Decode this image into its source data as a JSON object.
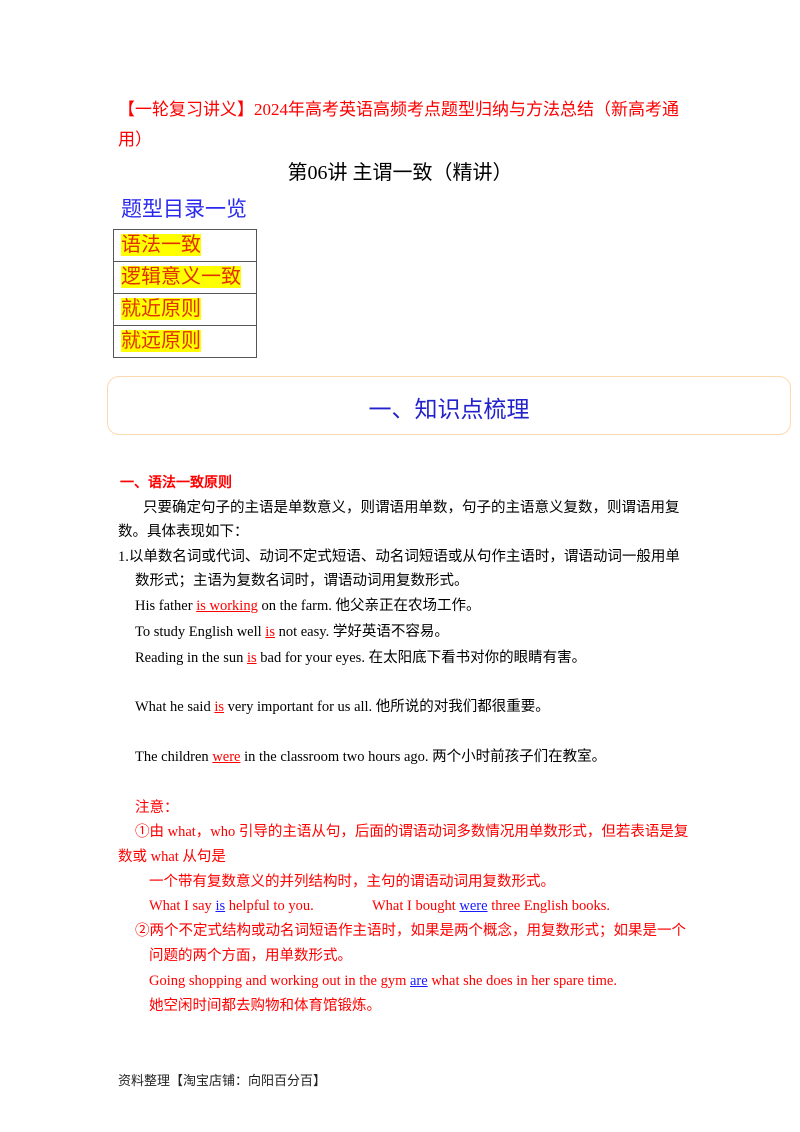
{
  "header": {
    "doc_title_line1": "【一轮复习讲义】2024年高考英语高频考点题型归纳与方法总结（新高考通",
    "doc_title_line2": "用）",
    "lecture_title": "第06讲  主谓一致（精讲）"
  },
  "toc": {
    "heading": "题型目录一览",
    "items": [
      {
        "label": "语法一致"
      },
      {
        "label": "逻辑意义一致"
      },
      {
        "label": "就近原则"
      },
      {
        "label": "就远原则"
      }
    ]
  },
  "section": {
    "title": "一、知识点梳理"
  },
  "subsection": {
    "title": "一、语法一致原则",
    "intro_line1": "只要确定句子的主语是单数意义，则谓语用单数，句子的主语意义复数，则谓语用复",
    "intro_line2": "数。具体表现如下：",
    "rule1_line1": "1.以单数名词或代词、动词不定式短语、动名词短语或从句作主语时，谓语动词一般用单",
    "rule1_line2": "数形式；主语为复数名词时，谓语动词用复数形式。",
    "examples": [
      {
        "before": "His father ",
        "verb": "is working",
        "after": " on the farm.  他父亲正在农场工作。"
      },
      {
        "before": "To study English well ",
        "verb": "is",
        "after": " not easy.  学好英语不容易。"
      },
      {
        "before": "Reading in the sun ",
        "verb": "is",
        "after": " bad for your eyes.  在太阳底下看书对你的眼睛有害。"
      },
      {
        "before": "What he said ",
        "verb": "is",
        "after": " very important for us all.  他所说的对我们都很重要。"
      },
      {
        "before": "The children ",
        "verb": "were",
        "after": " in the classroom two hours ago.  两个小时前孩子们在教室。"
      }
    ]
  },
  "notes": {
    "label": "注意：",
    "note1_line1": "①由 what，who 引导的主语从句，后面的谓语动词多数情况用单数形式，但若表语是复",
    "note1_line2": "数或 what 从句是",
    "note1_line3": "一个带有复数意义的并列结构时，主句的谓语动词用复数形式。",
    "note1_ex1": {
      "before": "What I say ",
      "verb": "is",
      "after": " helpful to you."
    },
    "note1_ex2": {
      "before": "What I bought ",
      "verb": "were",
      "after": " three English books."
    },
    "note2_line1": "②两个不定式结构或动名词短语作主语时，如果是两个概念，用复数形式；如果是一个",
    "note2_line2": "问题的两个方面，用单数形式。",
    "note2_ex": {
      "before": "Going shopping and working  out in the gym ",
      "verb": "are",
      "after": " what she does in her spare time."
    },
    "note2_translation": "她空闲时间都去购物和体育馆锻炼。"
  },
  "footer": {
    "text": "资料整理【淘宝店铺：向阳百分百】"
  },
  "colors": {
    "red": "#ff0000",
    "blue": "#1a1aff",
    "highlight": "#ffff00",
    "box_border": "#fcd9b0"
  }
}
